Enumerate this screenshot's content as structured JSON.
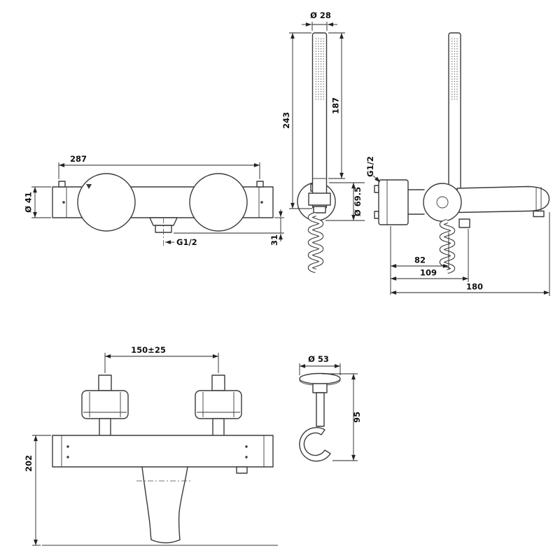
{
  "drawing": {
    "background": "#ffffff",
    "line_color": "#3a3a3a",
    "labels": {
      "handshower": {
        "head_dia": "Ø 28",
        "handle_length": "187",
        "total_length": "243",
        "holder_dia": "Ø 69.5"
      },
      "mixer_front": {
        "body_width": "287",
        "body_dia": "Ø 41",
        "outlet_thread": "G1/2",
        "outlet_drop": "31"
      },
      "mixer_side": {
        "inlet_thread": "G1/2",
        "dim_hose": "82",
        "dim_body": "109",
        "dim_reach": "180"
      },
      "mixer_lower": {
        "inlet_distance": "150±25",
        "total_height": "202"
      },
      "holder": {
        "dia": "Ø 53",
        "height": "95"
      }
    }
  }
}
